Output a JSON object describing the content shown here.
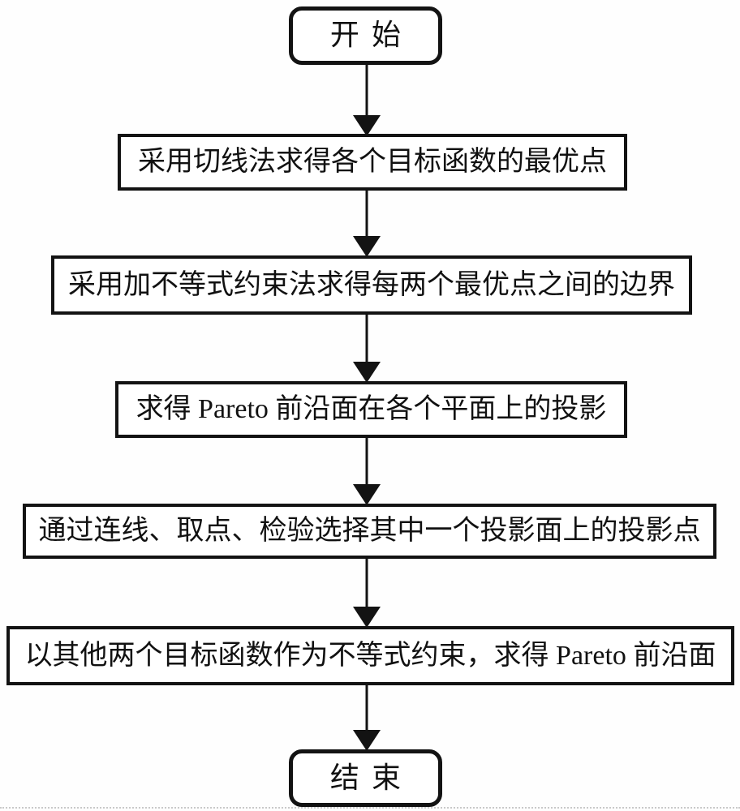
{
  "flowchart": {
    "nodes": [
      {
        "id": "start",
        "shape": "rounded-terminator",
        "label": "开始"
      },
      {
        "id": "step1",
        "shape": "process",
        "label": "采用切线法求得各个目标函数的最优点"
      },
      {
        "id": "step2",
        "shape": "process",
        "label": "采用加不等式约束法求得每两个最优点之间的边界"
      },
      {
        "id": "step3",
        "shape": "process",
        "label": "求得 Pareto 前沿面在各个平面上的投影"
      },
      {
        "id": "step4",
        "shape": "process",
        "label": "通过连线、取点、检验选择其中一个投影面上的投影点"
      },
      {
        "id": "step5",
        "shape": "process",
        "label": "以其他两个目标函数作为不等式约束，求得 Pareto 前沿面"
      },
      {
        "id": "end",
        "shape": "rounded-terminator",
        "label": "结束"
      }
    ],
    "edges": [
      {
        "from": "start",
        "to": "step1",
        "direction": "down"
      },
      {
        "from": "step1",
        "to": "step2",
        "direction": "down"
      },
      {
        "from": "step2",
        "to": "step3",
        "direction": "down"
      },
      {
        "from": "step3",
        "to": "step4",
        "direction": "down"
      },
      {
        "from": "step4",
        "to": "step5",
        "direction": "down"
      },
      {
        "from": "step5",
        "to": "end",
        "direction": "down"
      }
    ],
    "colors": {
      "line": "#131313",
      "box_fill": "#ffffff",
      "text": "#111111",
      "background": "#fefefe"
    }
  }
}
